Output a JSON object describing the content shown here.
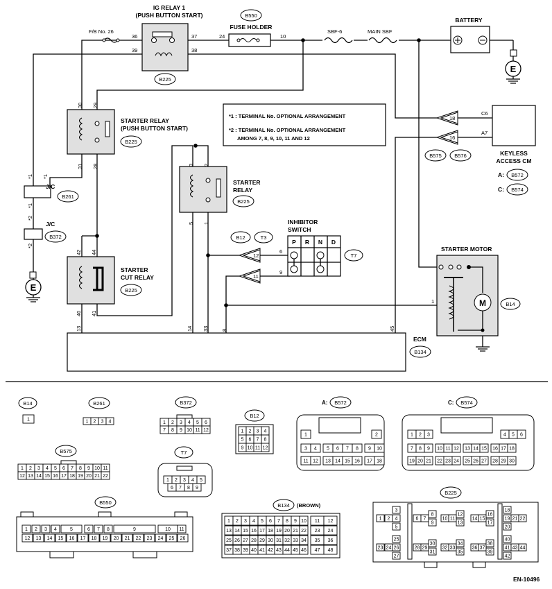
{
  "labels": {
    "ig_relay_title": "IG RELAY 1",
    "ig_relay_sub": "(PUSH BUTTON START)",
    "b550": "B550",
    "fuse_holder": "FUSE HOLDER",
    "fb26": "F/B No. 26",
    "sbf6": "SBF-6",
    "main_sbf": "MAIN SBF",
    "battery": "BATTERY",
    "b225": "B225",
    "starter_relay_pbs_1": "STARTER RELAY",
    "starter_relay_pbs_2": "(PUSH BUTTON START)",
    "note1": "*1 : TERMINAL No. OPTIONAL ARRANGEMENT",
    "note2a": "*2 : TERMINAL No. OPTIONAL ARRANGEMENT",
    "note2b": "AMONG 7, 8, 9, 10, 11 AND 12",
    "c6": "C6",
    "a7": "A7",
    "keyless1": "KEYLESS",
    "keyless2": "ACCESS CM",
    "a_b572": "A:",
    "c_b574": "C:",
    "b572": "B572",
    "b574": "B574",
    "b575": "B575",
    "b576": "B576",
    "jc": "J/C",
    "b261": "B261",
    "b372": "B372",
    "starter_relay": "STARTER",
    "starter_relay2": "RELAY",
    "inhibitor1": "INHIBITOR",
    "inhibitor2": "SWITCH",
    "b12": "B12",
    "t3": "T3",
    "t7": "T7",
    "starter_motor": "STARTER MOTOR",
    "starter_cut1": "STARTER",
    "starter_cut2": "CUT RELAY",
    "b14": "B14",
    "ecm": "ECM",
    "b134": "B134",
    "b134_brown": "B134",
    "brown": "(BROWN)",
    "e": "E",
    "footer": "EN-10496",
    "star1": "*1",
    "star2": "*2"
  },
  "inhibitor_positions": [
    "P",
    "R",
    "N",
    "D"
  ],
  "pins": {
    "ig36": "36",
    "ig37": "37",
    "ig39": "39",
    "ig38": "38",
    "fh24": "24",
    "fh10": "10",
    "sr30": "30",
    "sr29": "29",
    "sr31": "31",
    "sr28": "28",
    "r3": "3",
    "r2": "2",
    "r5": "5",
    "r1": "1",
    "cut42": "42",
    "cut44": "44",
    "cut40": "40",
    "cut41": "41",
    "e13": "13",
    "e14": "14",
    "e33": "33",
    "e8": "8",
    "e45": "45",
    "inh6": "6",
    "inh9": "9",
    "t12": "12",
    "t11": "11",
    "k18": "18",
    "k16": "16",
    "m1": "1"
  },
  "connectors": {
    "b14": [
      "1"
    ],
    "b261": [
      "1",
      "2",
      "3",
      "4"
    ],
    "b372": [
      "1",
      "2",
      "3",
      "4",
      "5",
      "6",
      "7",
      "8",
      "9",
      "10",
      "11",
      "12"
    ],
    "b12": [
      "1",
      "2",
      "3",
      "4",
      "5",
      "6",
      "7",
      "8",
      "9",
      "10",
      "11",
      "12"
    ],
    "t7": [
      "1",
      "2",
      "3",
      "4",
      "5",
      "6",
      "7",
      "8",
      "9"
    ],
    "b575": [
      "1",
      "2",
      "3",
      "4",
      "5",
      "6",
      "7",
      "8",
      "9",
      "10",
      "11",
      "12",
      "13",
      "14",
      "15",
      "16",
      "17",
      "18",
      "19",
      "20",
      "21",
      "22"
    ],
    "b572": [
      "1",
      "2",
      "3",
      "4",
      "5",
      "6",
      "7",
      "8",
      "9",
      "10",
      "11",
      "12",
      "13",
      "14",
      "15",
      "16",
      "17",
      "18"
    ],
    "b574": [
      "1",
      "2",
      "3",
      "4",
      "5",
      "6",
      "7",
      "8",
      "9",
      "10",
      "11",
      "12",
      "13",
      "14",
      "15",
      "16",
      "17",
      "18",
      "19",
      "20",
      "21",
      "22",
      "23",
      "24",
      "25",
      "26",
      "27",
      "28",
      "29",
      "30"
    ],
    "b550": [
      "1",
      "2",
      "3",
      "4",
      "5",
      "6",
      "7",
      "8",
      "9",
      "10",
      "11",
      "12",
      "13",
      "14",
      "15",
      "16",
      "17",
      "18",
      "19",
      "20",
      "21",
      "22",
      "23",
      "24",
      "25",
      "26"
    ],
    "b134": [
      "1",
      "2",
      "3",
      "4",
      "5",
      "6",
      "7",
      "8",
      "9",
      "10",
      "11",
      "12",
      "13",
      "14",
      "15",
      "16",
      "17",
      "18",
      "19",
      "20",
      "21",
      "22",
      "23",
      "24",
      "25",
      "26",
      "27",
      "28",
      "29",
      "30",
      "31",
      "32",
      "33",
      "34",
      "35",
      "36",
      "37",
      "38",
      "39",
      "40",
      "41",
      "42",
      "43",
      "44",
      "45",
      "46",
      "47",
      "48"
    ],
    "b225": [
      "1",
      "2",
      "3",
      "4",
      "5",
      "6",
      "7",
      "8",
      "9",
      "10",
      "11",
      "12",
      "13",
      "14",
      "15",
      "16",
      "17",
      "18",
      "19",
      "20",
      "21",
      "22",
      "23",
      "24",
      "25",
      "26",
      "27",
      "28",
      "29",
      "30",
      "31",
      "32",
      "33",
      "34",
      "35",
      "36",
      "37",
      "38",
      "39",
      "40",
      "41",
      "42",
      "43",
      "44"
    ]
  }
}
